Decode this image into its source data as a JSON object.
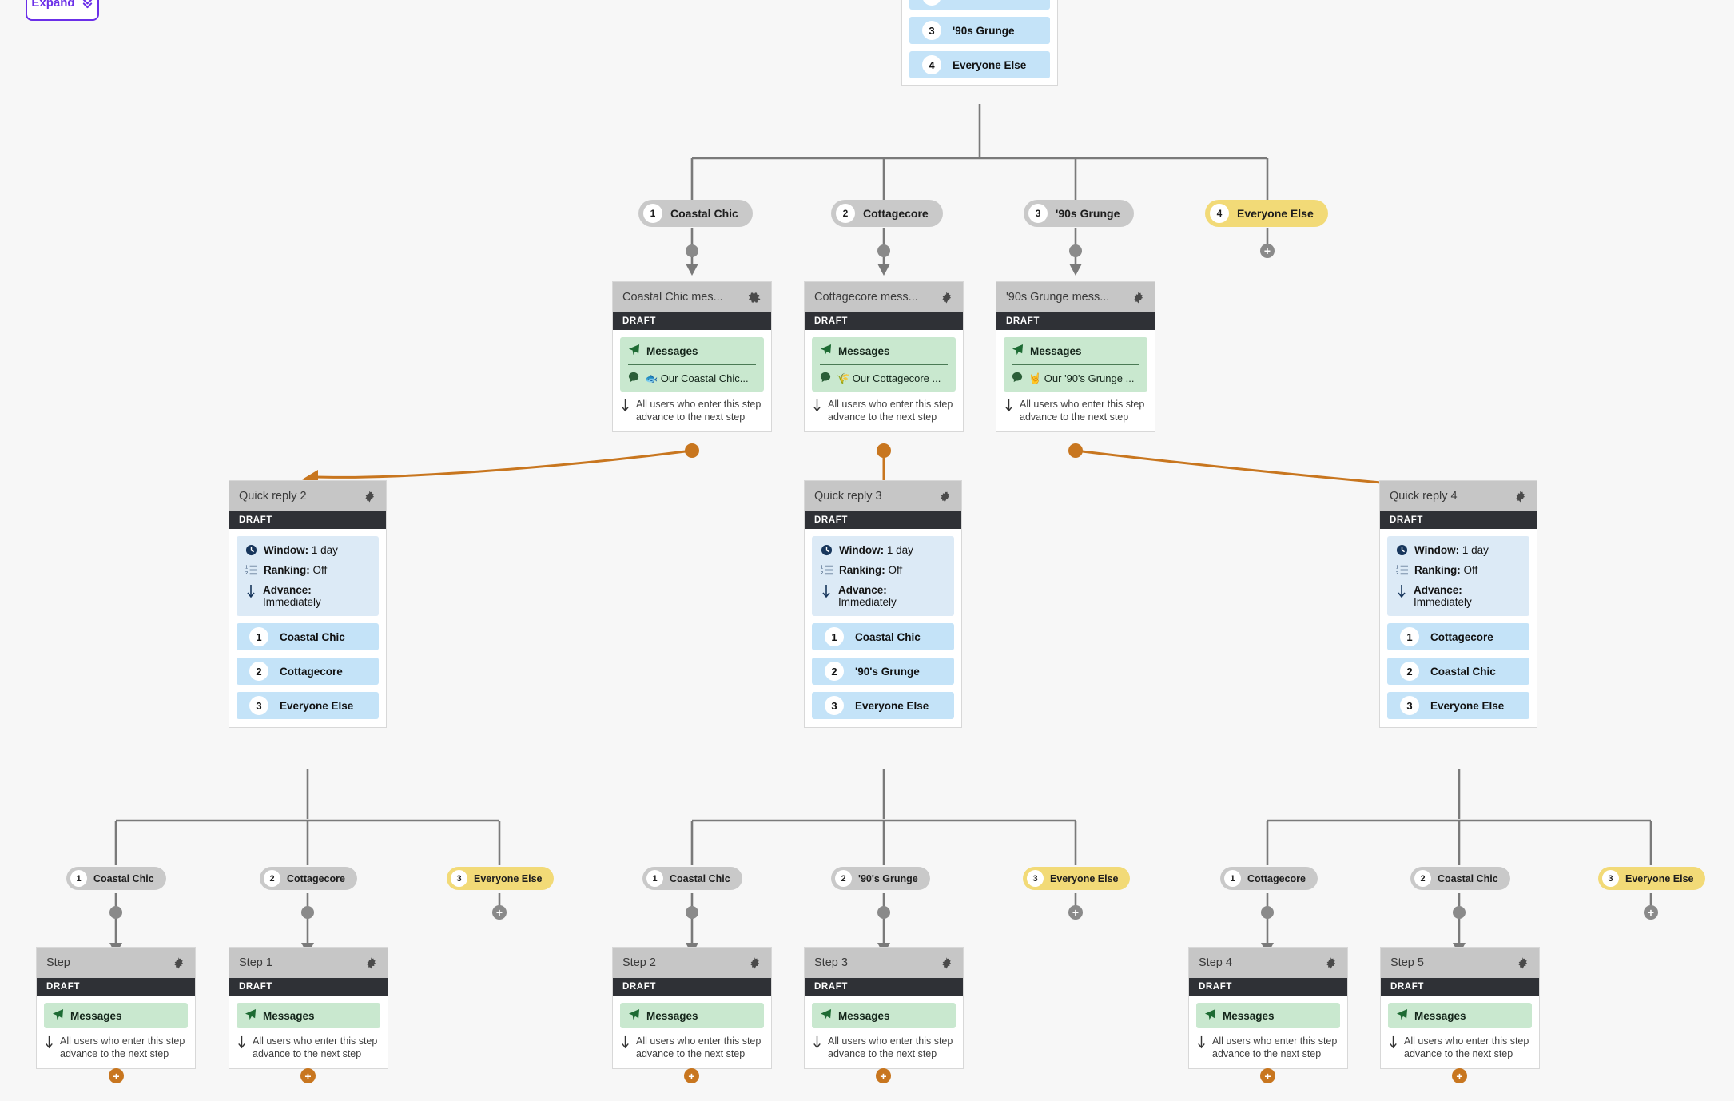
{
  "toolbar": {
    "expand_label": "Expand",
    "expand_icon": "double-chevron-down-icon"
  },
  "root_card": {
    "options": [
      {
        "num": "3",
        "label": "'90s Grunge"
      },
      {
        "num": "4",
        "label": "Everyone Else"
      }
    ]
  },
  "top_branches": [
    {
      "num": "1",
      "label": "Coastal Chic",
      "style": "gray"
    },
    {
      "num": "2",
      "label": "Cottagecore",
      "style": "gray"
    },
    {
      "num": "3",
      "label": "'90s Grunge",
      "style": "gray"
    },
    {
      "num": "4",
      "label": "Everyone Else",
      "style": "yellow"
    }
  ],
  "message_cards": [
    {
      "title": "Coastal Chic mes...",
      "status": "DRAFT",
      "messages_label": "Messages",
      "preview": "🐟 Our Coastal Chic...",
      "advance_note": "All users who enter this step advance to the next step"
    },
    {
      "title": "Cottagecore mess...",
      "status": "DRAFT",
      "messages_label": "Messages",
      "preview": "🌾 Our Cottagecore ...",
      "advance_note": "All users who enter this step advance to the next step"
    },
    {
      "title": "'90s Grunge mess...",
      "status": "DRAFT",
      "messages_label": "Messages",
      "preview": "🤘 Our '90's Grunge ...",
      "advance_note": "All users who enter this step advance to the next step"
    }
  ],
  "quick_replies": [
    {
      "title": "Quick reply 2",
      "status": "DRAFT",
      "window_label": "Window:",
      "window_value": "1 day",
      "ranking_label": "Ranking:",
      "ranking_value": "Off",
      "advance_label": "Advance:",
      "advance_value": "Immediately",
      "options": [
        {
          "num": "1",
          "label": "Coastal Chic"
        },
        {
          "num": "2",
          "label": "Cottagecore"
        },
        {
          "num": "3",
          "label": "Everyone Else"
        }
      ]
    },
    {
      "title": "Quick reply 3",
      "status": "DRAFT",
      "window_label": "Window:",
      "window_value": "1 day",
      "ranking_label": "Ranking:",
      "ranking_value": "Off",
      "advance_label": "Advance:",
      "advance_value": "Immediately",
      "options": [
        {
          "num": "1",
          "label": "Coastal Chic"
        },
        {
          "num": "2",
          "label": "'90's Grunge"
        },
        {
          "num": "3",
          "label": "Everyone Else"
        }
      ]
    },
    {
      "title": "Quick reply 4",
      "status": "DRAFT",
      "window_label": "Window:",
      "window_value": "1 day",
      "ranking_label": "Ranking:",
      "ranking_value": "Off",
      "advance_label": "Advance:",
      "advance_value": "Immediately",
      "options": [
        {
          "num": "1",
          "label": "Cottagecore"
        },
        {
          "num": "2",
          "label": "Coastal Chic"
        },
        {
          "num": "3",
          "label": "Everyone Else"
        }
      ]
    }
  ],
  "bottom_branches": [
    {
      "num": "1",
      "label": "Coastal Chic",
      "style": "gray"
    },
    {
      "num": "2",
      "label": "Cottagecore",
      "style": "gray"
    },
    {
      "num": "3",
      "label": "Everyone Else",
      "style": "yellow"
    },
    {
      "num": "1",
      "label": "Coastal Chic",
      "style": "gray"
    },
    {
      "num": "2",
      "label": "'90's Grunge",
      "style": "gray"
    },
    {
      "num": "3",
      "label": "Everyone Else",
      "style": "yellow"
    },
    {
      "num": "1",
      "label": "Cottagecore",
      "style": "gray"
    },
    {
      "num": "2",
      "label": "Coastal Chic",
      "style": "gray"
    },
    {
      "num": "3",
      "label": "Everyone Else",
      "style": "yellow"
    }
  ],
  "step_cards": [
    {
      "title": "Step",
      "status": "DRAFT",
      "messages_label": "Messages",
      "advance_note": "All users who enter this step advance to the next step"
    },
    {
      "title": "Step 1",
      "status": "DRAFT",
      "messages_label": "Messages",
      "advance_note": "All users who enter this step advance to the next step"
    },
    {
      "title": "Step 2",
      "status": "DRAFT",
      "messages_label": "Messages",
      "advance_note": "All users who enter this step advance to the next step"
    },
    {
      "title": "Step 3",
      "status": "DRAFT",
      "messages_label": "Messages",
      "advance_note": "All users who enter this step advance to the next step"
    },
    {
      "title": "Step 4",
      "status": "DRAFT",
      "messages_label": "Messages",
      "advance_note": "All users who enter this step advance to the next step"
    },
    {
      "title": "Step 5",
      "status": "DRAFT",
      "messages_label": "Messages",
      "advance_note": "All users who enter this step advance to the next step"
    }
  ],
  "colors": {
    "accent_purple": "#6B2FE8",
    "branch_yellow": "#F2DA77",
    "branch_gray": "#c9c9c9",
    "connector_orange": "#C8761F",
    "messages_green": "#c9e8cf",
    "option_blue": "#c4e3f8",
    "info_blue": "#dceaf6",
    "draft_dark": "#2f3136",
    "card_header_gray": "#c6c6c6"
  }
}
